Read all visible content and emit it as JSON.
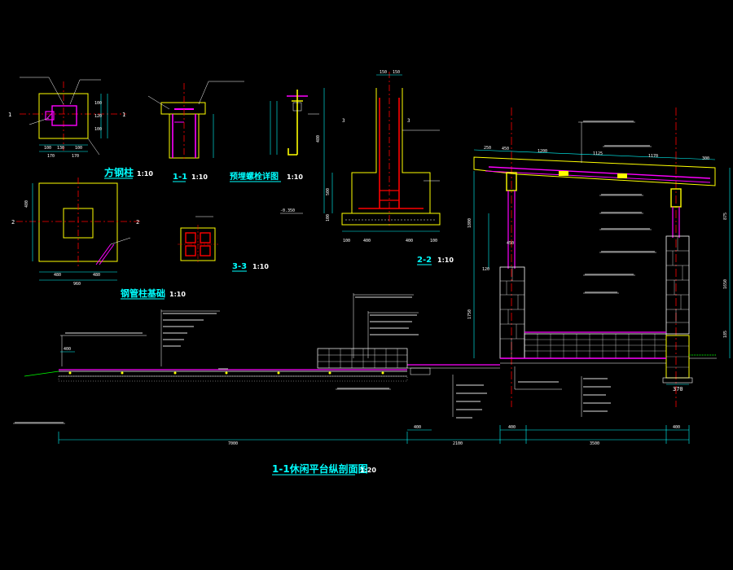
{
  "drawing": {
    "background": "#000000",
    "colors": {
      "outline": "#ffff00",
      "steel": "#ff00ff",
      "axis": "#ff0000",
      "dimension": "#00ffff",
      "text": "#ffffff",
      "ground": "#00ff00",
      "annotation": "#00ffff"
    },
    "titles": {
      "square_column": "方钢柱",
      "section_1_1": "1-1",
      "embedded_bolt": "预埋螺栓详图",
      "section_2_2": "2-2",
      "section_3_3": "3-3",
      "column_foundation": "钢管柱基础",
      "main_section": "1-1休闲平台纵剖面图"
    },
    "scales": {
      "square_column": "1:10",
      "section_1_1": "1:10",
      "embedded_bolt": "1:10",
      "section_2_2": "1:10",
      "section_3_3": "1:10",
      "column_foundation": "1:10",
      "main_section": "1:20"
    },
    "cut_marks": {
      "left": "1",
      "right": "1",
      "found_left": "2",
      "found_right": "2",
      "s3_left": "3",
      "s3_right": "3"
    },
    "dimensions": {
      "sq_b1": "100",
      "sq_b2": "130",
      "sq_b3": "100",
      "sq_b4": "170",
      "sq_b5": "170",
      "sq_r1": "100",
      "sq_r2": "120",
      "sq_r3": "100",
      "fd_left": "480",
      "fd_bot1": "480",
      "fd_bot2": "480",
      "fd_total": "960",
      "s22_top1": "150",
      "s22_top2": "150",
      "s22_side1": "480",
      "s22_side2": "500",
      "s22_side3": "100",
      "s22_bot1": "400",
      "s22_bot2": "400",
      "s22_bot3": "100",
      "s22_bot4": "100",
      "s22_elev": "-0.350",
      "roof_1": "250",
      "roof_2": "450",
      "roof_3": "1200",
      "roof_4": "1125",
      "roof_5": "1170",
      "roof_6": "300",
      "right_1": "875",
      "right_2": "1650",
      "right_3": "185",
      "left_v1": "1800",
      "left_v2": "1750",
      "base_370": "370",
      "bot_1": "7000",
      "bot_2": "2100",
      "bot_3": "3500",
      "bot_s1": "400",
      "bot_s2": "400",
      "bot_s3": "400",
      "bot_s4": "400",
      "col_450": "450",
      "bolt_120": "120"
    }
  }
}
